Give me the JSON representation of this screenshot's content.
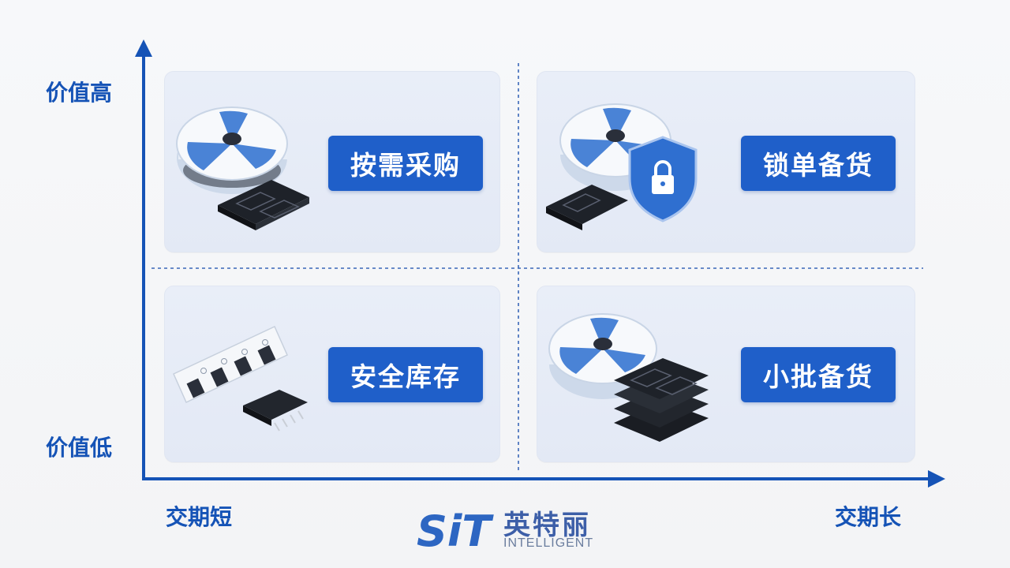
{
  "axes": {
    "y_high": "价值高",
    "y_low": "价值低",
    "x_short": "交期短",
    "x_long": "交期长"
  },
  "quadrants": {
    "top_left": {
      "label": "按需采购"
    },
    "top_right": {
      "label": "锁单备货"
    },
    "bottom_left": {
      "label": "安全库存"
    },
    "bottom_right": {
      "label": "小批备货"
    }
  },
  "logo": {
    "mark": "SiT",
    "name_cn": "英特丽",
    "name_en": "INTELLIGENT"
  },
  "colors": {
    "axis": "#1553b6",
    "tag_bg": "#1f5fc9",
    "reel_blue": "#4a83d6"
  },
  "icons": [
    "component-reel-icon",
    "chip-icon",
    "security-shield-icon",
    "carrier-tape-icon",
    "chip-stack-icon"
  ]
}
